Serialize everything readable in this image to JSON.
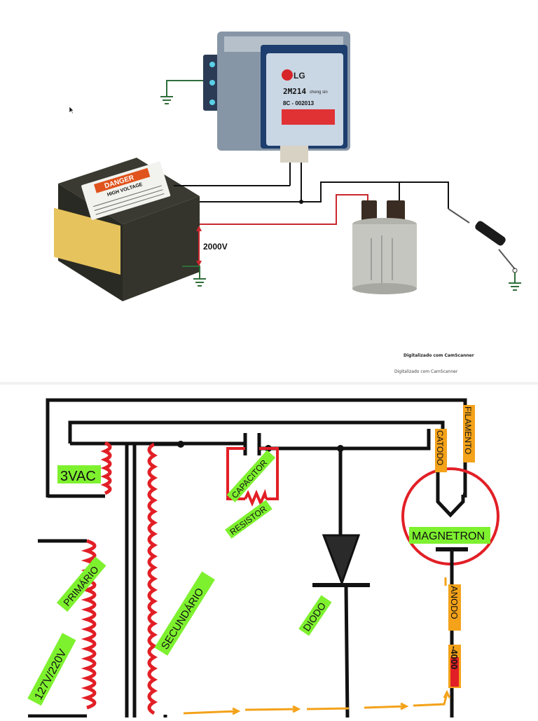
{
  "photo": {
    "magnetron": {
      "brand": "LG",
      "model": "2M214",
      "maker": "cheng sin",
      "code": "8C - 002013"
    },
    "transformer": {
      "warning": "DANGER",
      "warning_sub": "HIGH VOLTAGE"
    },
    "voltage_label": "2000V"
  },
  "scan_notes": {
    "note1": "Digitalizado com CamScanner",
    "note2": "Digitalizado com CamScanner"
  },
  "schematic": {
    "label_3vac": "3VAC",
    "label_primario": "PRIMÁRIO",
    "label_mains": "127V/220V",
    "label_secundario": "SECUNDÁRIO",
    "label_capacitor": "CAPACITOR",
    "label_resistor": "RESISTOR",
    "label_diodo": "DIODO",
    "label_magnetron": "MAGNETRON",
    "label_filamento": "FILAMENTO",
    "label_catodo": "CATODO",
    "label_anodo": "ANODO",
    "label_minus_4000": "-4000"
  },
  "colors": {
    "wire": "#111111",
    "coil": "#e21f26",
    "highlight_green": "#7ef12f",
    "highlight_orange": "#f3a21a",
    "ground": "#2f6e3a",
    "red_wire": "#c9272d"
  }
}
